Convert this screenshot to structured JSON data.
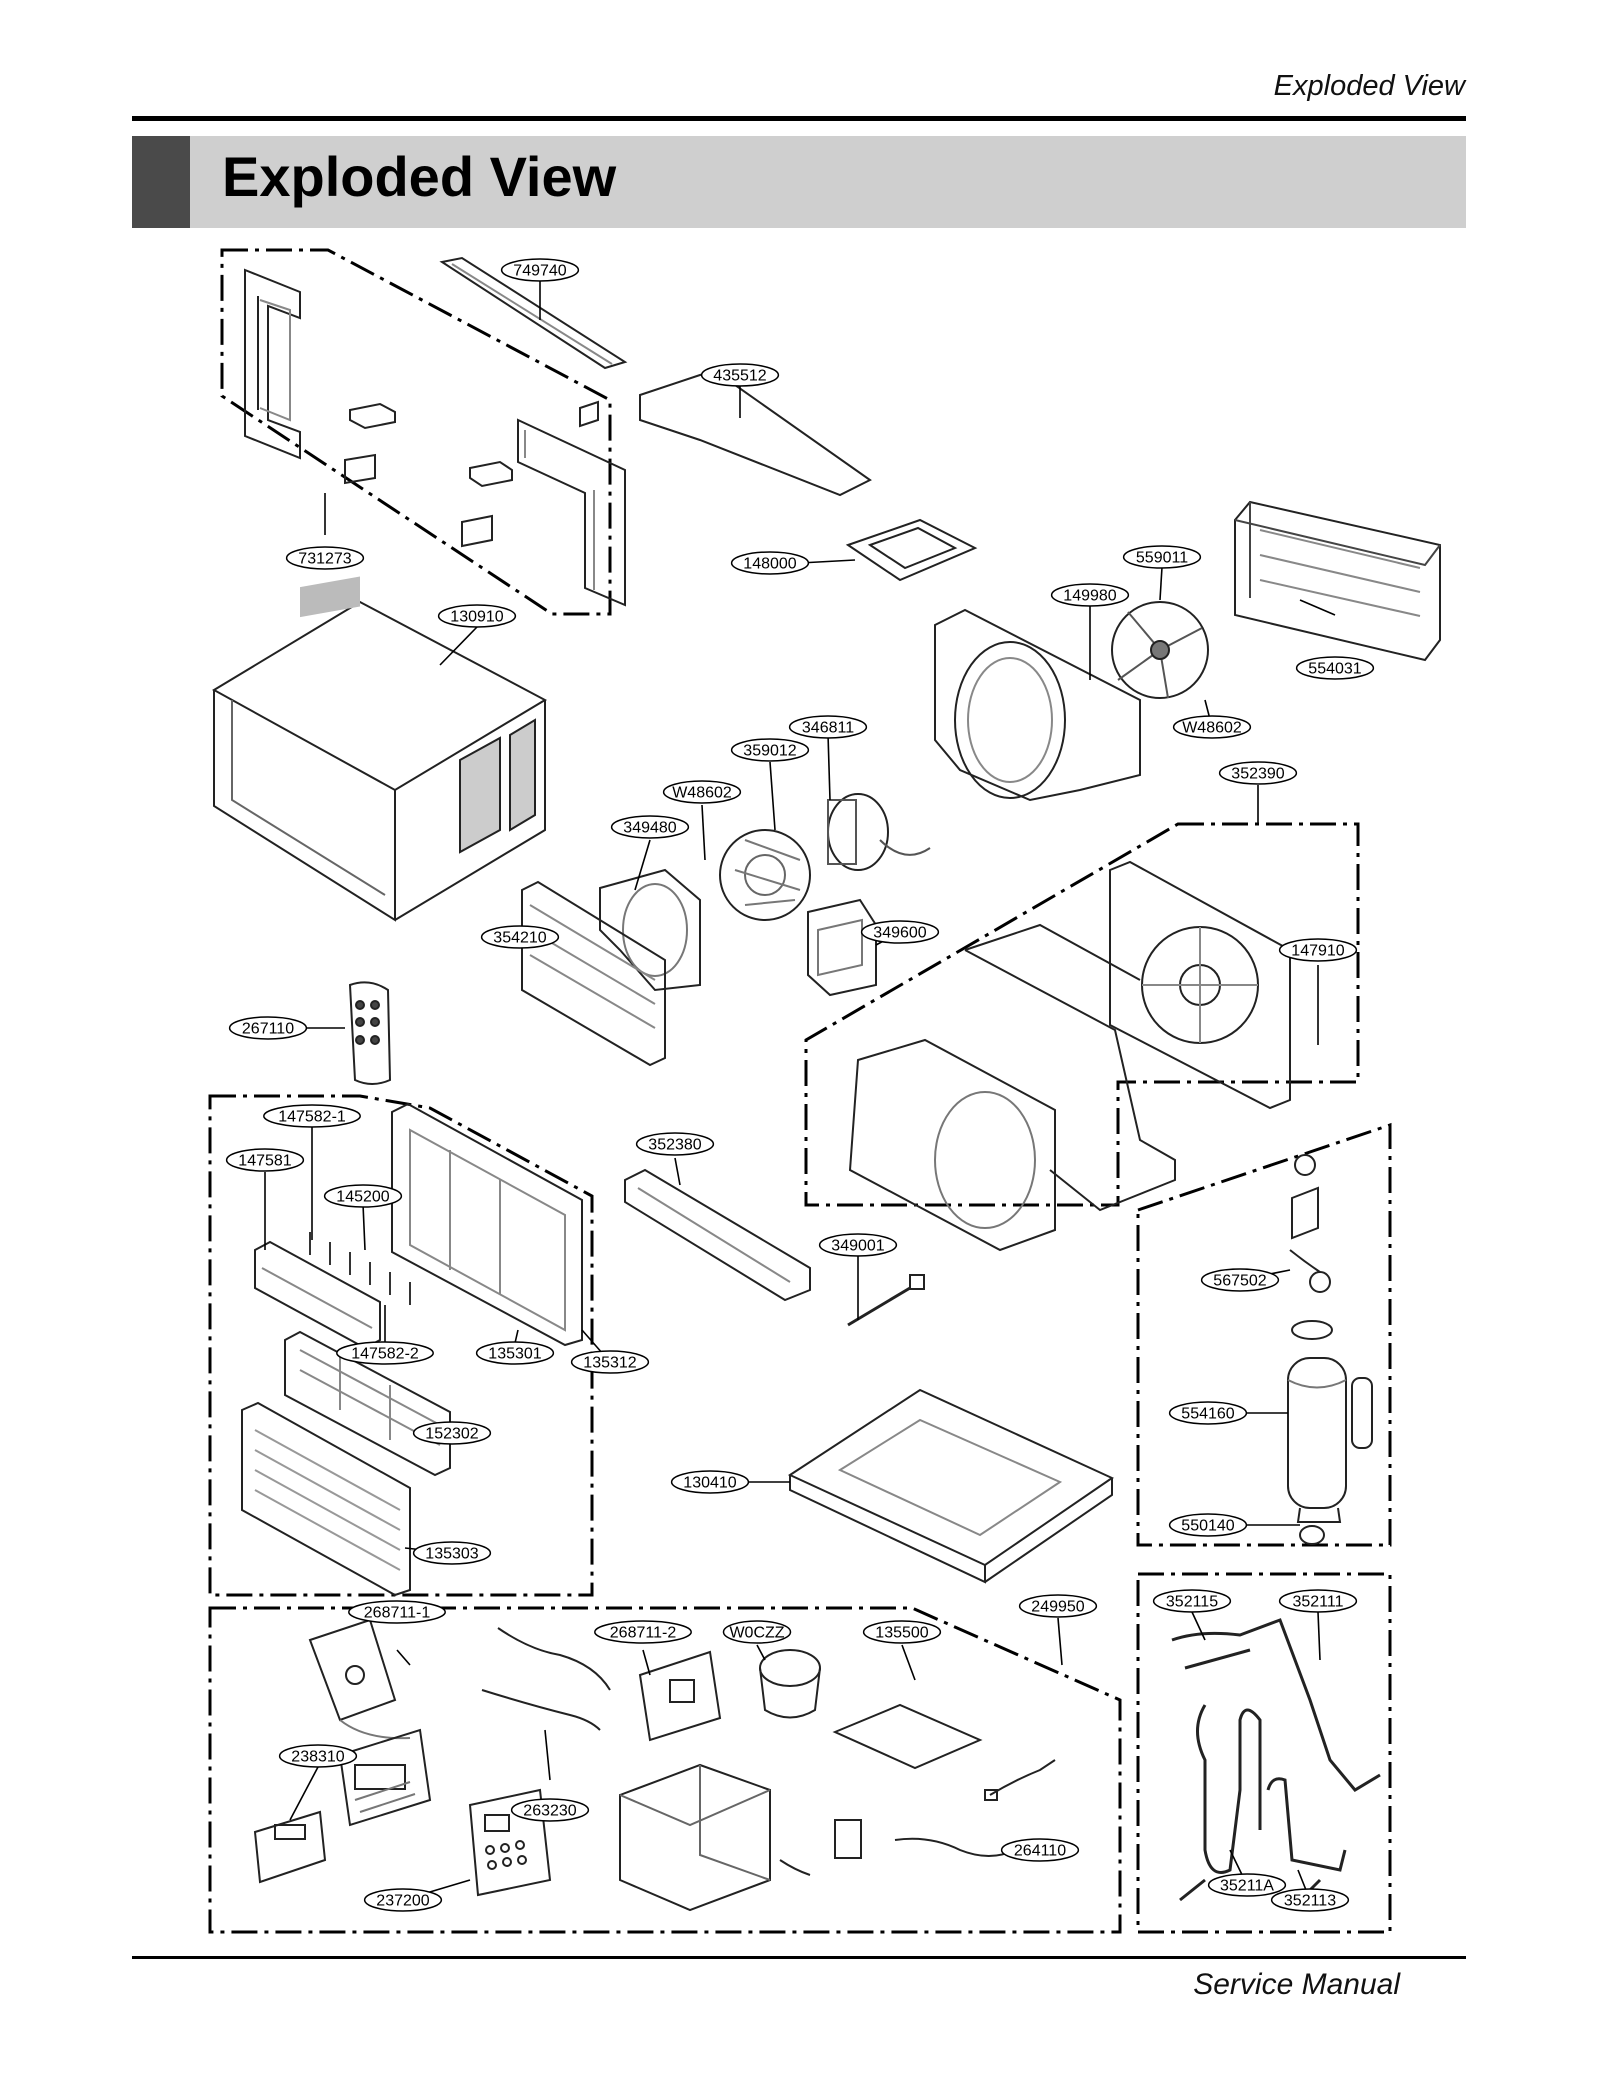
{
  "header": {
    "running_title": "Exploded View",
    "title": "Exploded View"
  },
  "footer": {
    "text": "Service Manual"
  },
  "diagram": {
    "part_labels": [
      "749740",
      "435512",
      "731273",
      "148000",
      "559011",
      "130910",
      "149980",
      "554031",
      "346811",
      "359012",
      "W48602",
      "W48602",
      "349480",
      "352390",
      "349600",
      "354210",
      "147910",
      "267110",
      "147582-1",
      "147581",
      "145200",
      "352380",
      "349001",
      "567502",
      "147582-2",
      "135301",
      "135312",
      "554160",
      "152302",
      "130410",
      "550140",
      "135303",
      "249950",
      "268711-1",
      "268711-2",
      "W0CZZ",
      "135500",
      "352115",
      "352111",
      "238310",
      "263230",
      "264110",
      "237200",
      "35211A",
      "352113"
    ]
  }
}
